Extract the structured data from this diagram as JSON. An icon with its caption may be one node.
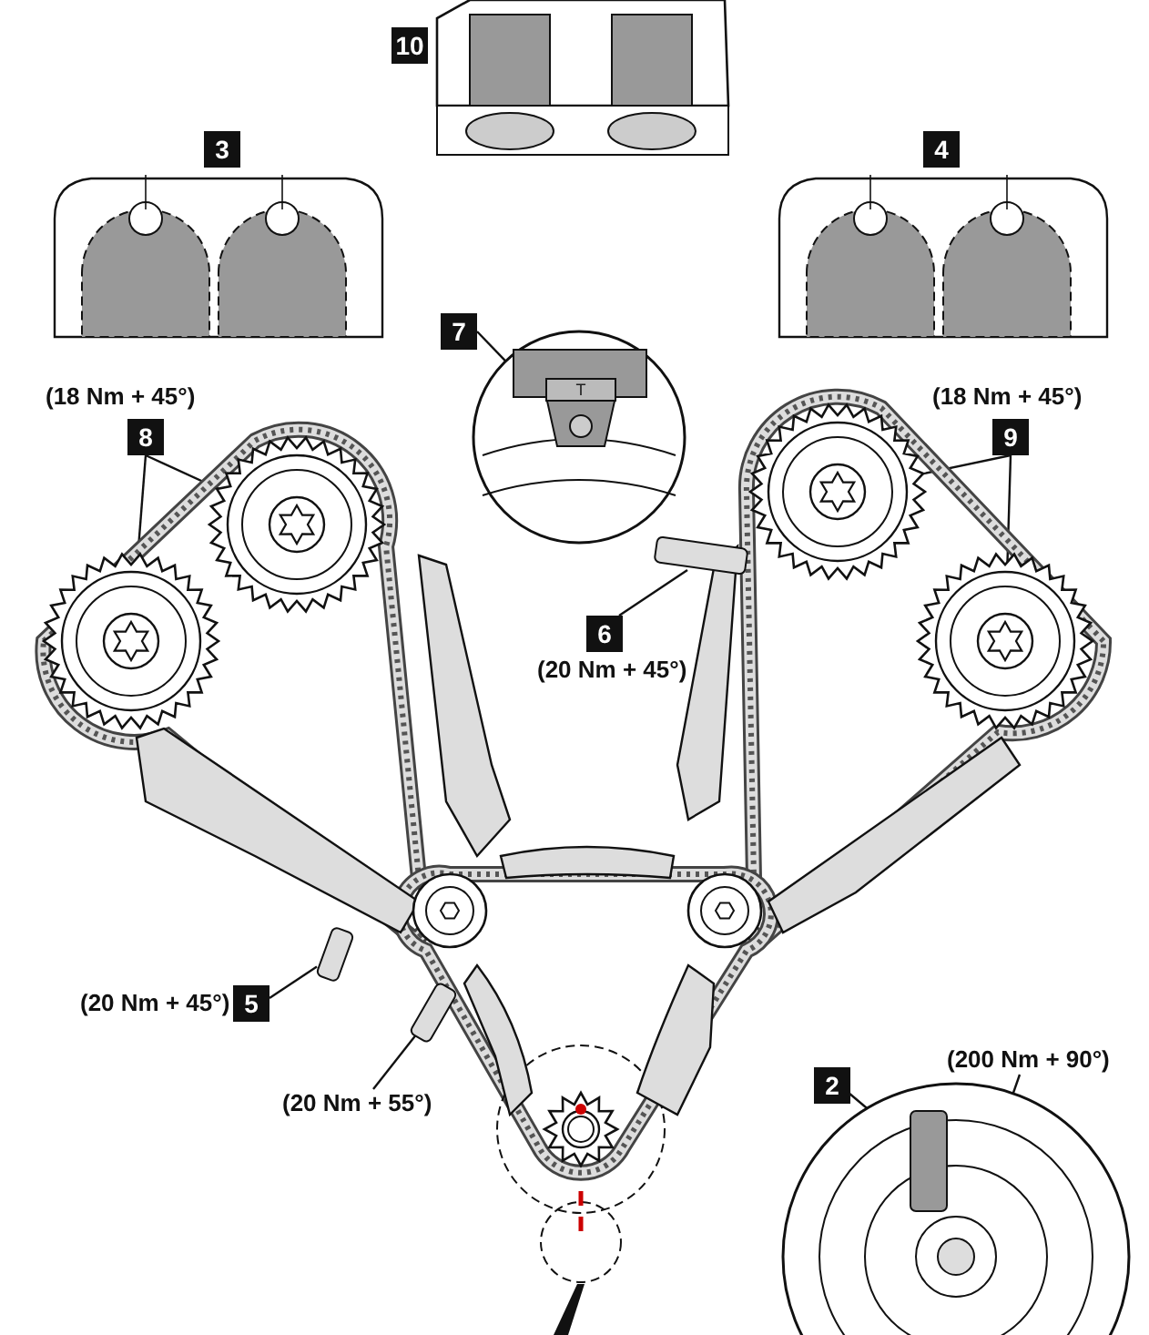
{
  "diagram": {
    "nodes": [
      {
        "text": [
          "10"
        ]
      },
      {
        "text": [
          "3"
        ]
      },
      {
        "text": [
          "4"
        ]
      },
      {
        "text": [
          "7"
        ]
      },
      {
        "text": [
          "T"
        ]
      },
      {
        "text": [
          "8"
        ],
        "beside": [
          "(18 Nm + 45°)"
        ]
      },
      {
        "text": [],
        "shape": "picture"
      },
      {
        "text": [],
        "shape": "picture"
      },
      {
        "text": [
          "9"
        ],
        "beside": [
          "(18 Nm + 45°)"
        ]
      },
      {
        "text": [],
        "shape": "picture"
      },
      {
        "text": [],
        "shape": "picture"
      },
      {
        "text": [
          "6"
        ],
        "beside": [
          "(20 Nm + 45°)"
        ]
      },
      {
        "text": [],
        "shape": "box"
      },
      {
        "text": [
          "5"
        ],
        "beside": [
          "(20 Nm + 45°)"
        ]
      },
      {
        "text": [],
        "shape": "box"
      },
      {
        "text": [
          "(20 Nm + 55°)"
        ]
      },
      {
        "text": [],
        "shape": "box"
      },
      {
        "text": [
          "2"
        ]
      },
      {
        "text": [],
        "shape": "box"
      },
      {
        "text": [
          "(200 Nm + 90°)"
        ]
      },
      {
        "text": [],
        "shape": "circle"
      }
    ],
    "edges": [
      {
        "from": 5,
        "to": 6,
        "arrow": "none"
      },
      {
        "from": 5,
        "to": 7,
        "arrow": "none"
      },
      {
        "from": 8,
        "to": 9,
        "arrow": "none"
      },
      {
        "from": 8,
        "to": 10,
        "arrow": "none"
      },
      {
        "from": 3,
        "to": 4,
        "arrow": "none"
      },
      {
        "from": 11,
        "to": 12,
        "arrow": "none"
      },
      {
        "from": 13,
        "to": 14,
        "arrow": "none"
      },
      {
        "from": 15,
        "to": 16,
        "arrow": "none"
      },
      {
        "from": 17,
        "to": 18,
        "arrow": "none"
      },
      {
        "from": 19,
        "to": 20,
        "arrow": "none"
      }
    ]
  }
}
